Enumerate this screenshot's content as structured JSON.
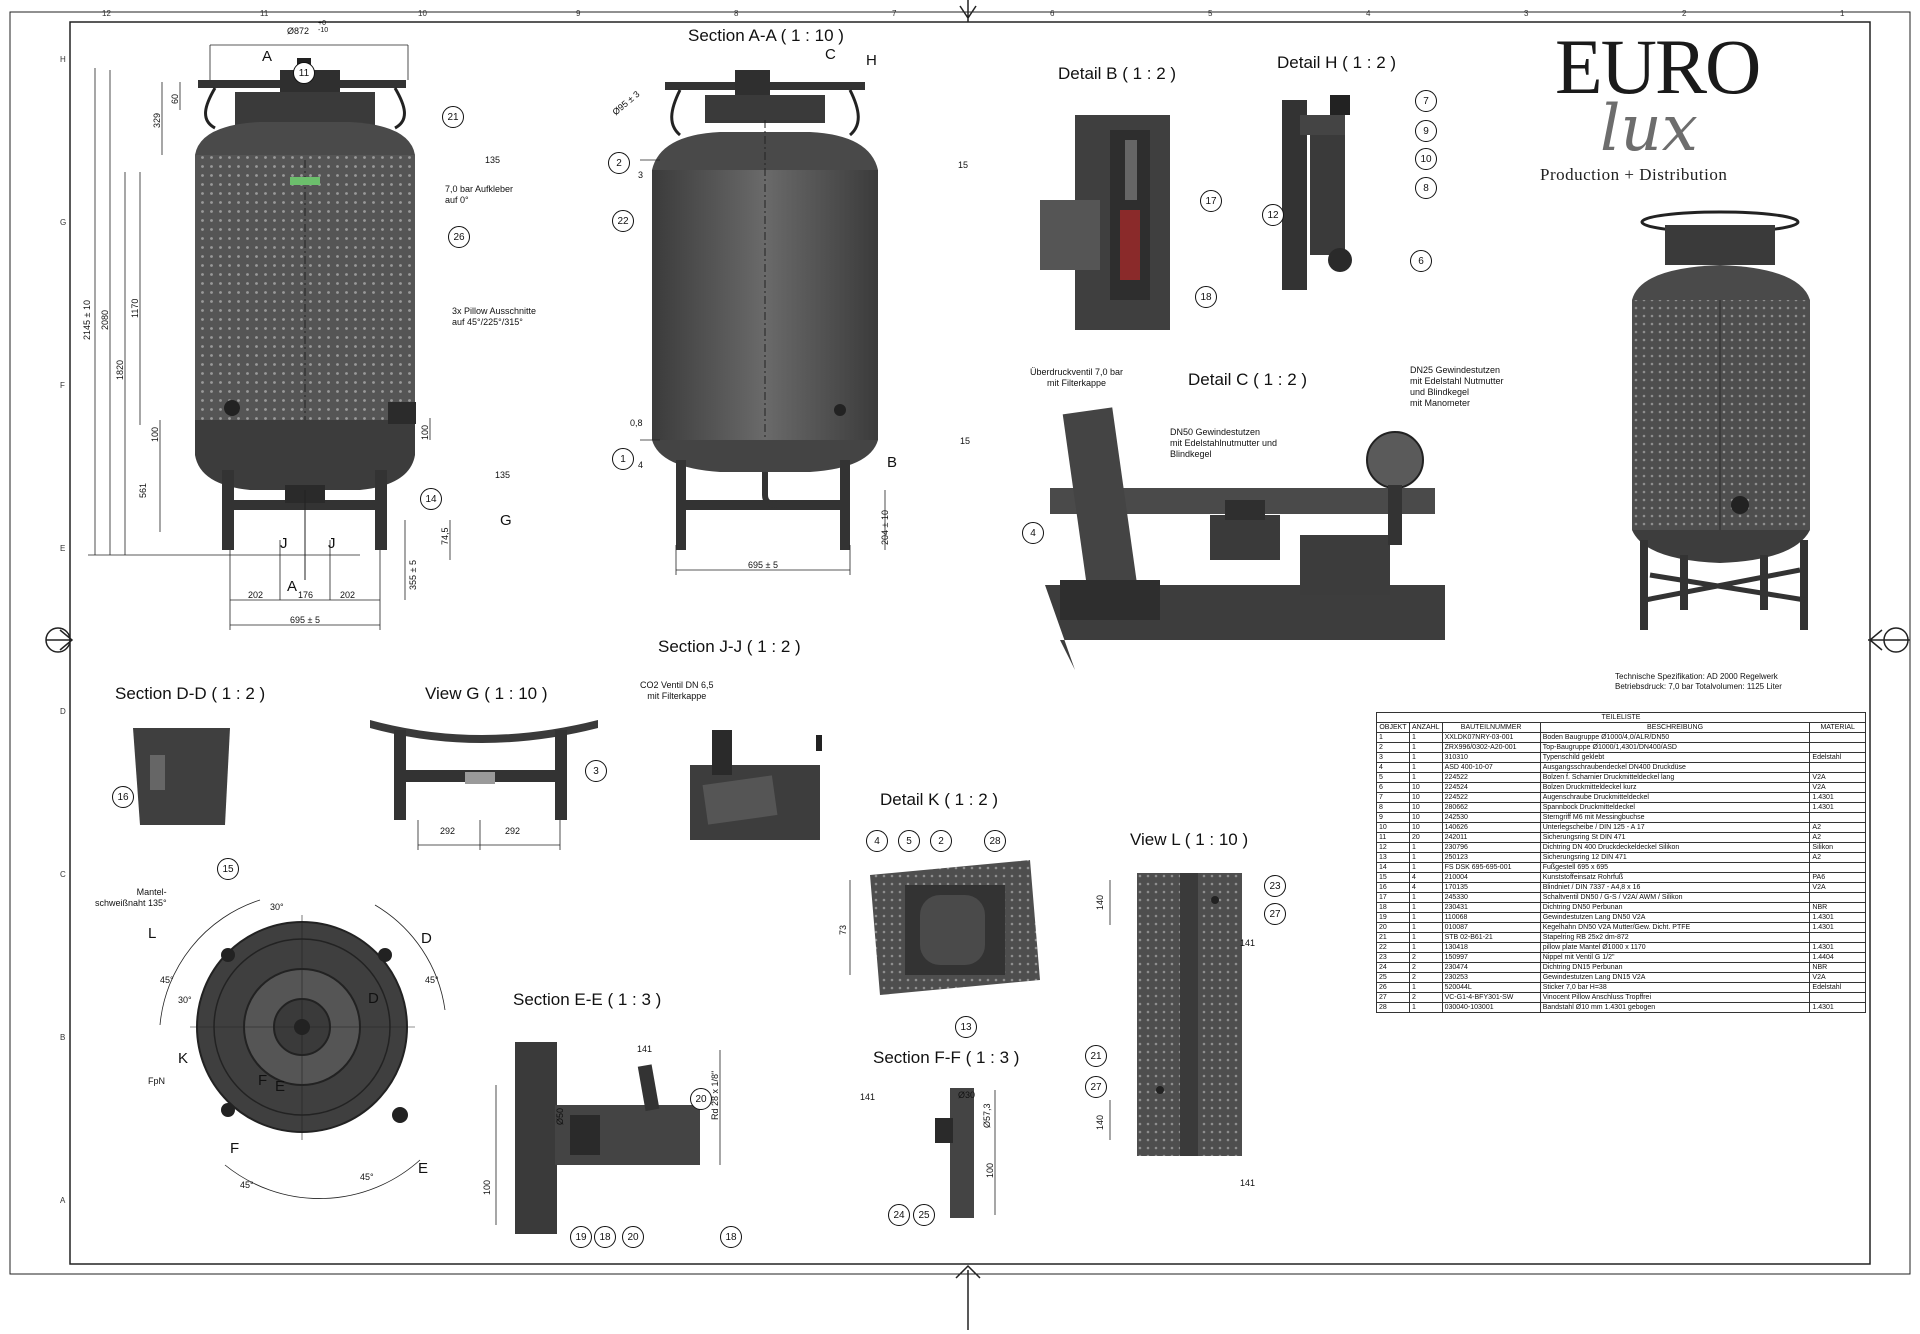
{
  "titles": {
    "section_aa": "Section A-A ( 1 : 10 )",
    "detail_b": "Detail B ( 1 : 2 )",
    "detail_h": "Detail H ( 1 : 2 )",
    "detail_c": "Detail C ( 1 : 2 )",
    "section_dd": "Section D-D ( 1 : 2 )",
    "view_g": "View G ( 1 : 10 )",
    "section_jj": "Section J-J ( 1 : 2 )",
    "detail_k": "Detail K ( 1 : 2 )",
    "view_l": "View L ( 1 : 10 )",
    "section_ee": "Section E-E ( 1 : 3 )",
    "section_ff": "Section F-F ( 1 : 3 )"
  },
  "logo": {
    "brand": "EURO",
    "script": "lux",
    "tagline": "Production + Distribution"
  },
  "annotations": {
    "sticker": "7,0 bar Aufkleber\nauf 0°",
    "pillow_cutouts": "3x Pillow Ausschnitte\nauf 45°/225°/315°",
    "relief_valve": "Überdruckventil 7,0 bar\nmit Filterkappe",
    "dn50_socket": "DN50 Gewindestutzen\nmit Edelstahlnutmutter und\nBlindkegel",
    "dn25_socket": "DN25 Gewindestutzen\nmit Edelstahl Nutmutter\nund Blindkegel\nmit Manometer",
    "co2_valve": "CO2 Ventil DN 6,5\nmit Filterkappe",
    "jacket_seam": "Mantel-\nschweißnaht 135°",
    "fph": "FpN"
  },
  "dimensions": {
    "top_dia": "Ø872",
    "top_tol": "+0\n-10",
    "d_2145": "2145 ± 10",
    "d_2080": "2080",
    "d_1820": "1820",
    "d_1170": "1170",
    "d_329": "329",
    "d_60": "60",
    "d_100a": "100",
    "d_100b": "100",
    "d_561": "561",
    "d_745": "74,5",
    "d_3555": "355 ± 5",
    "d_202a": "202",
    "d_176": "176",
    "d_202b": "202",
    "d_695_front": "695 ± 5",
    "d_695_section": "695 ± 5",
    "d_2045": "204 ± 10",
    "d_95": "Ø95 ± 3",
    "d_08": "0,8",
    "d_3": "3",
    "d_4": "4",
    "d_292a": "292",
    "d_292b": "292",
    "d_140a": "140",
    "d_140b": "140",
    "d_73": "73",
    "d_100_ee": "100",
    "d_100_ff": "100",
    "d_050": "Ø50",
    "d_283": "Rd 28 x 1/8\"",
    "d_573": "Ø57,3",
    "d_030": "Ø30",
    "ang_30": "30°",
    "ang_45a": "45°",
    "ang_45b": "45°",
    "ang_45c": "45°",
    "ang_45d": "45°",
    "ang_30b": "30°",
    "weld_135a": "135",
    "weld_15a": "15",
    "weld_15b": "15",
    "weld_135b": "135",
    "weld_141a": "141",
    "weld_141b": "141",
    "weld_141c": "141",
    "weld_141d": "141"
  },
  "letters": {
    "a_top": "A",
    "a_bottom": "A",
    "g": "G",
    "j1": "J",
    "j2": "J",
    "c": "C",
    "h": "H",
    "b": "B",
    "l": "L",
    "d1": "D",
    "d2": "D",
    "k": "K",
    "e1": "E",
    "e2": "E",
    "f1": "F",
    "f2": "F"
  },
  "spec": {
    "line1": "Technische Spezifikation:   AD 2000 Regelwerk",
    "line2": "Betriebsdruck: 7,0 bar      Totalvolumen:  1125 Liter"
  },
  "parts_list": {
    "title": "TEILELISTE",
    "headers": [
      "OBJEKT",
      "ANZAHL",
      "BAUTEILNUMMER",
      "BESCHREIBUNG",
      "MATERIAL"
    ],
    "rows": [
      [
        "1",
        "1",
        "XXLDK07NRY-03-001",
        "Boden Baugruppe Ø1000/4,0/ALR/DN50",
        ""
      ],
      [
        "2",
        "1",
        "ZRX996/0302-A20-001",
        "Top-Baugruppe Ø1000/1,4301/DN400/ASD",
        ""
      ],
      [
        "3",
        "1",
        "310310",
        "Typenschild geklebt",
        "Edelstahl"
      ],
      [
        "4",
        "1",
        "ASD 400-10-07",
        "Ausgangsschraubendeckel DN400 Druckdüse",
        ""
      ],
      [
        "5",
        "1",
        "224522",
        "Bolzen f. Scharnier Druckmitteldeckel lang",
        "V2A"
      ],
      [
        "6",
        "10",
        "224524",
        "Bolzen Druckmitteldeckel kurz",
        "V2A"
      ],
      [
        "7",
        "10",
        "224522",
        "Augenschraube Druckmitteldeckel",
        "1.4301"
      ],
      [
        "8",
        "10",
        "280662",
        "Spannbock Druckmitteldeckel",
        "1.4301"
      ],
      [
        "9",
        "10",
        "242530",
        "Sterngriff M6 mit Messingbuchse",
        ""
      ],
      [
        "10",
        "10",
        "140626",
        "Unterlegscheibe / DIN 125 - A 17",
        "A2"
      ],
      [
        "11",
        "20",
        "242011",
        "Sicherungsring St DIN 471",
        "A2"
      ],
      [
        "12",
        "1",
        "230796",
        "Dichtring DN 400 Druckdeckeldeckel Silikon",
        "Silikon"
      ],
      [
        "13",
        "1",
        "250123",
        "Sicherungsring 12 DIN 471",
        "A2"
      ],
      [
        "14",
        "1",
        "FS DSK 695-695-001",
        "Fußgestell 695 x 695",
        ""
      ],
      [
        "15",
        "4",
        "210004",
        "Kunststoffeinsatz Rohrfuß",
        "PA6"
      ],
      [
        "16",
        "4",
        "170135",
        "Blindniet / DIN 7337 - A4,8 x 16",
        "V2A"
      ],
      [
        "17",
        "1",
        "245330",
        "Schaltventil DN50 / G-S / V2A/ AWM / Silikon",
        ""
      ],
      [
        "18",
        "1",
        "230431",
        "Dichtring DN50 Perbunan",
        "NBR"
      ],
      [
        "19",
        "1",
        "110068",
        "Gewindestutzen Lang DN50 V2A",
        "1.4301"
      ],
      [
        "20",
        "1",
        "010087",
        "Kegelhahn DN50 V2A Mutter/Gew. Dicht. PTFE",
        "1.4301"
      ],
      [
        "21",
        "1",
        "STB 02-B61-21",
        "Stapelring RB 25x2 dm-872",
        ""
      ],
      [
        "22",
        "1",
        "130418",
        "pillow plate Mantel Ø1000 x 1170",
        "1.4301"
      ],
      [
        "23",
        "2",
        "150997",
        "Nippel mit Ventil G 1/2\"",
        "1.4404"
      ],
      [
        "24",
        "2",
        "230474",
        "Dichtring DN15 Perbunan",
        "NBR"
      ],
      [
        "25",
        "2",
        "230253",
        "Gewindestutzen Lang DN15 V2A",
        "V2A"
      ],
      [
        "26",
        "1",
        "520044L",
        "Sticker 7,0 bar H=38",
        "Edelstahl"
      ],
      [
        "27",
        "2",
        "VC-G1-4-BFY301-SW",
        "Vinocent Pillow Anschluss Tropffrei",
        ""
      ],
      [
        "28",
        "1",
        "030040-103001",
        "Bandstahl Ø10 mm 1.4301 gebogen",
        "1.4301"
      ]
    ]
  },
  "frame": {
    "top_nums": [
      "12",
      "11",
      "10",
      "9",
      "8",
      "7",
      "6",
      "5",
      "4",
      "3",
      "2",
      "1"
    ],
    "side_letters": [
      "H",
      "G",
      "F",
      "E",
      "D",
      "C",
      "B",
      "A"
    ]
  }
}
